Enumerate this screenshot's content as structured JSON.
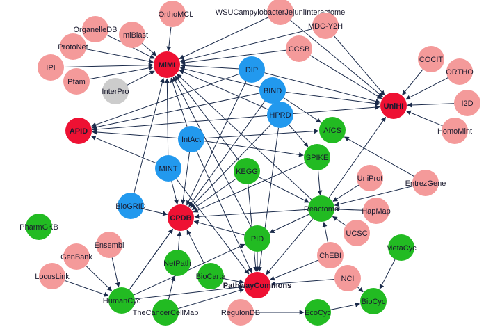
{
  "colors": {
    "hub": "#ee1133",
    "pathway_db": "#22bb22",
    "interaction_db": "#2299ee",
    "other_source": "#f49a9a",
    "unclassified": "#cccccc",
    "edge": "#1a2a4a"
  },
  "nodes": [
    {
      "id": "mimi",
      "label": "MiMI",
      "kind": "hub"
    },
    {
      "id": "unihi",
      "label": "UniHI",
      "kind": "hub"
    },
    {
      "id": "apid",
      "label": "APID",
      "kind": "hub"
    },
    {
      "id": "cpdb",
      "label": "CPDB",
      "kind": "hub"
    },
    {
      "id": "pathwaycommons",
      "label": "PathwayCommons",
      "kind": "hub"
    },
    {
      "id": "dip",
      "label": "DIP",
      "kind": "interaction_db"
    },
    {
      "id": "bind",
      "label": "BIND",
      "kind": "interaction_db"
    },
    {
      "id": "hprd",
      "label": "HPRD",
      "kind": "interaction_db"
    },
    {
      "id": "intact",
      "label": "IntAct",
      "kind": "interaction_db"
    },
    {
      "id": "mint",
      "label": "MINT",
      "kind": "interaction_db"
    },
    {
      "id": "biogrid",
      "label": "BioGRID",
      "kind": "interaction_db"
    },
    {
      "id": "afcs",
      "label": "AfCS",
      "kind": "pathway_db"
    },
    {
      "id": "spike",
      "label": "SPIKE",
      "kind": "pathway_db"
    },
    {
      "id": "kegg",
      "label": "KEGG",
      "kind": "pathway_db"
    },
    {
      "id": "reactome",
      "label": "Reactome",
      "kind": "pathway_db"
    },
    {
      "id": "pid",
      "label": "PID",
      "kind": "pathway_db"
    },
    {
      "id": "netpath",
      "label": "NetPath",
      "kind": "pathway_db"
    },
    {
      "id": "biocarta",
      "label": "BioCarta",
      "kind": "pathway_db"
    },
    {
      "id": "humancyc",
      "label": "HumanCyc",
      "kind": "pathway_db"
    },
    {
      "id": "thecancercellmap",
      "label": "TheCancerCellMap",
      "kind": "pathway_db"
    },
    {
      "id": "ecocyc",
      "label": "EcoCyc",
      "kind": "pathway_db"
    },
    {
      "id": "biocyc",
      "label": "BioCyc",
      "kind": "pathway_db"
    },
    {
      "id": "metacyc",
      "label": "MetaCyc",
      "kind": "pathway_db"
    },
    {
      "id": "pharmgkb",
      "label": "PharmGKB",
      "kind": "pathway_db"
    },
    {
      "id": "miblast",
      "label": "miBlast",
      "kind": "other_source"
    },
    {
      "id": "orthomcl",
      "label": "OrthoMCL",
      "kind": "other_source"
    },
    {
      "id": "wsucampy",
      "label": "WSUCampylobacterJejuniInteractome",
      "kind": "other_source"
    },
    {
      "id": "organelledb",
      "label": "OrganelleDB",
      "kind": "other_source"
    },
    {
      "id": "mdcy2h",
      "label": "MDC-Y2H",
      "kind": "other_source"
    },
    {
      "id": "protonet",
      "label": "ProtoNet",
      "kind": "other_source"
    },
    {
      "id": "ccsb",
      "label": "CCSB",
      "kind": "other_source"
    },
    {
      "id": "ipi",
      "label": "IPI",
      "kind": "other_source"
    },
    {
      "id": "pfam",
      "label": "Pfam",
      "kind": "other_source"
    },
    {
      "id": "interpro",
      "label": "InterPro",
      "kind": "unclassified"
    },
    {
      "id": "cocit",
      "label": "COCIT",
      "kind": "other_source"
    },
    {
      "id": "ortho",
      "label": "ORTHO",
      "kind": "other_source"
    },
    {
      "id": "i2d",
      "label": "I2D",
      "kind": "other_source"
    },
    {
      "id": "homomint",
      "label": "HomoMint",
      "kind": "other_source"
    },
    {
      "id": "uniprot",
      "label": "UniProt",
      "kind": "other_source"
    },
    {
      "id": "entrezgene",
      "label": "EntrezGene",
      "kind": "other_source"
    },
    {
      "id": "hapmap",
      "label": "HapMap",
      "kind": "other_source"
    },
    {
      "id": "ucsc",
      "label": "UCSC",
      "kind": "other_source"
    },
    {
      "id": "chebi",
      "label": "ChEBI",
      "kind": "other_source"
    },
    {
      "id": "nci",
      "label": "NCI",
      "kind": "other_source"
    },
    {
      "id": "ensembl",
      "label": "Ensembl",
      "kind": "other_source"
    },
    {
      "id": "genbank",
      "label": "GenBank",
      "kind": "other_source"
    },
    {
      "id": "locuslink",
      "label": "LocusLink",
      "kind": "other_source"
    },
    {
      "id": "regulondb",
      "label": "RegulonDB",
      "kind": "other_source"
    }
  ],
  "edges": [
    [
      "miblast",
      "mimi"
    ],
    [
      "orthomcl",
      "mimi"
    ],
    [
      "wsucampy",
      "mimi"
    ],
    [
      "organelledb",
      "mimi"
    ],
    [
      "protonet",
      "mimi"
    ],
    [
      "ipi",
      "mimi"
    ],
    [
      "pfam",
      "mimi"
    ],
    [
      "interpro",
      "mimi"
    ],
    [
      "mdcy2h",
      "mimi"
    ],
    [
      "ccsb",
      "mimi"
    ],
    [
      "dip",
      "mimi"
    ],
    [
      "bind",
      "mimi"
    ],
    [
      "hprd",
      "mimi"
    ],
    [
      "intact",
      "mimi"
    ],
    [
      "mint",
      "mimi"
    ],
    [
      "biogrid",
      "mimi"
    ],
    [
      "kegg",
      "mimi"
    ],
    [
      "reactome",
      "mimi"
    ],
    [
      "pid",
      "mimi"
    ],
    [
      "mdcy2h",
      "unihi"
    ],
    [
      "ccsb",
      "unihi"
    ],
    [
      "cocit",
      "unihi"
    ],
    [
      "ortho",
      "unihi"
    ],
    [
      "i2d",
      "unihi"
    ],
    [
      "homomint",
      "unihi"
    ],
    [
      "dip",
      "unihi"
    ],
    [
      "bind",
      "unihi"
    ],
    [
      "hprd",
      "unihi"
    ],
    [
      "reactome",
      "unihi"
    ],
    [
      "wsucampy",
      "unihi"
    ],
    [
      "dip",
      "apid"
    ],
    [
      "bind",
      "apid"
    ],
    [
      "hprd",
      "apid"
    ],
    [
      "intact",
      "apid"
    ],
    [
      "mint",
      "apid"
    ],
    [
      "dip",
      "cpdb"
    ],
    [
      "bind",
      "cpdb"
    ],
    [
      "hprd",
      "cpdb"
    ],
    [
      "intact",
      "cpdb"
    ],
    [
      "mint",
      "cpdb"
    ],
    [
      "biogrid",
      "cpdb"
    ],
    [
      "kegg",
      "cpdb"
    ],
    [
      "reactome",
      "cpdb"
    ],
    [
      "pid",
      "cpdb"
    ],
    [
      "netpath",
      "cpdb"
    ],
    [
      "biocarta",
      "cpdb"
    ],
    [
      "humancyc",
      "cpdb"
    ],
    [
      "spike",
      "cpdb"
    ],
    [
      "intact",
      "afcs"
    ],
    [
      "bind",
      "afcs"
    ],
    [
      "entrezgene",
      "afcs"
    ],
    [
      "intact",
      "spike"
    ],
    [
      "hprd",
      "spike"
    ],
    [
      "mint",
      "pathwaycommons"
    ],
    [
      "intact",
      "pathwaycommons"
    ],
    [
      "kegg",
      "pathwaycommons"
    ],
    [
      "reactome",
      "pathwaycommons"
    ],
    [
      "pid",
      "pathwaycommons"
    ],
    [
      "biocarta",
      "pathwaycommons"
    ],
    [
      "humancyc",
      "pathwaycommons"
    ],
    [
      "thecancercellmap",
      "pathwaycommons"
    ],
    [
      "nci",
      "pathwaycommons"
    ],
    [
      "chebi",
      "pathwaycommons"
    ],
    [
      "hprd",
      "pathwaycommons"
    ],
    [
      "uniprot",
      "reactome"
    ],
    [
      "entrezgene",
      "reactome"
    ],
    [
      "hapmap",
      "reactome"
    ],
    [
      "ucsc",
      "reactome"
    ],
    [
      "chebi",
      "reactome"
    ],
    [
      "spike",
      "reactome"
    ],
    [
      "kegg",
      "reactome"
    ],
    [
      "reactome",
      "pid"
    ],
    [
      "ensembl",
      "humancyc"
    ],
    [
      "genbank",
      "humancyc"
    ],
    [
      "locuslink",
      "humancyc"
    ],
    [
      "regulondb",
      "ecocyc"
    ],
    [
      "ecocyc",
      "biocyc"
    ],
    [
      "metacyc",
      "biocyc"
    ],
    [
      "nci",
      "biocyc"
    ],
    [
      "humancyc",
      "cpdb"
    ],
    [
      "thecancercellmap",
      "netpath"
    ],
    [
      "humancyc",
      "pid"
    ]
  ]
}
